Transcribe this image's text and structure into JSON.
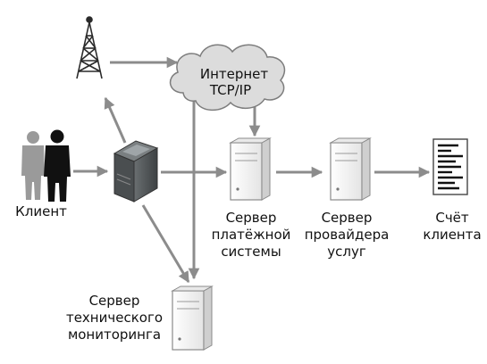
{
  "colors": {
    "arrow": "#8c8c8c",
    "server_body": "#f2f2f2",
    "server_outline": "#8a8a8a",
    "terminal_body": "#555a5c",
    "cloud_fill": "#dcdcdc",
    "person_back": "#9a9a9a",
    "person_front": "#111111"
  },
  "icons": {
    "antenna": "antenna-tower-icon",
    "cloud": "cloud-icon",
    "clients": "people-icon",
    "terminal": "payment-terminal-icon",
    "server": "server-icon",
    "invoice": "document-icon"
  },
  "labels": {
    "client": "Клиент",
    "internet_line1": "Интернет",
    "internet_line2": "TCP/IP",
    "payment_server_line1": "Сервер",
    "payment_server_line2": "платёжной",
    "payment_server_line3": "системы",
    "provider_server_line1": "Сервер",
    "provider_server_line2": "провайдера",
    "provider_server_line3": "услуг",
    "account_line1": "Счёт",
    "account_line2": "клиента",
    "monitoring_line1": "Сервер",
    "monitoring_line2": "технического",
    "monitoring_line3": "мониторинга"
  }
}
